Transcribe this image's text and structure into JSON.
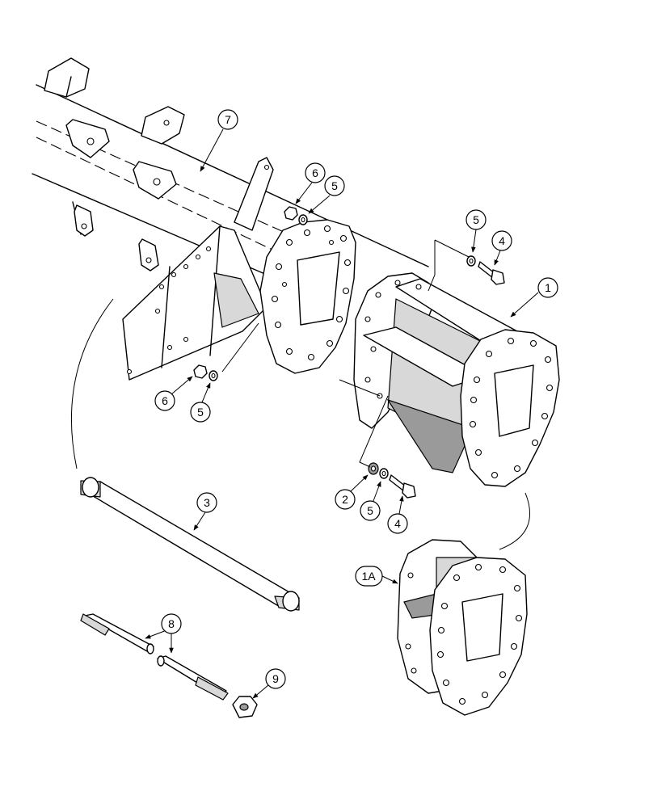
{
  "callouts": {
    "c1": "1",
    "c1a": "1A",
    "c2": "2",
    "c3": "3",
    "c4_top": "4",
    "c4_bottom": "4",
    "c5_top_left": "5",
    "c5_top_right": "5",
    "c5_mid": "5",
    "c5_bottom": "5",
    "c6_top": "6",
    "c6_mid": "6",
    "c7": "7",
    "c8": "8",
    "c9": "9"
  }
}
